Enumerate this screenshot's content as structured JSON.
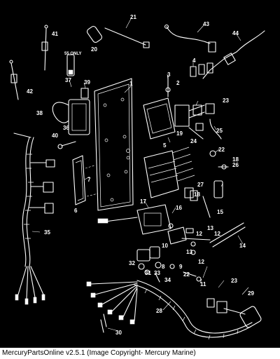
{
  "caption": "MercuryPartsOnline v2.5.1 (Image Copyright- Mercury Marine)",
  "note": "55 ONLY",
  "callouts": [
    "1",
    "2",
    "3",
    "4",
    "5",
    "6",
    "7",
    "8",
    "9",
    "10",
    "11",
    "12",
    "13",
    "14",
    "15",
    "16",
    "17",
    "18",
    "19",
    "20",
    "21",
    "22",
    "23",
    "24",
    "25",
    "26",
    "27",
    "28",
    "29",
    "30",
    "31",
    "32",
    "33",
    "34",
    "35",
    "36",
    "37",
    "38",
    "39",
    "40",
    "41",
    "42",
    "43",
    "44"
  ],
  "colors": {
    "background": "#000000",
    "lines": "#ffffff",
    "caption_bg": "#ffffff",
    "caption_text": "#000000"
  }
}
